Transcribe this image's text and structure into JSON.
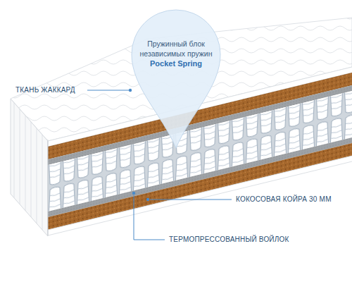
{
  "diagram": {
    "nodes": [
      {
        "text": [
          "Пружинный блок независимых пружин",
          "Pocket Spring"
        ]
      }
    ],
    "labels": [
      "ТКАНЬ ЖАККАРД",
      "КОКОСОВАЯ КОЙРА 30 ММ",
      "ТЕРМОПРЕССОВАННЫЙ ВОЙЛОК"
    ]
  }
}
